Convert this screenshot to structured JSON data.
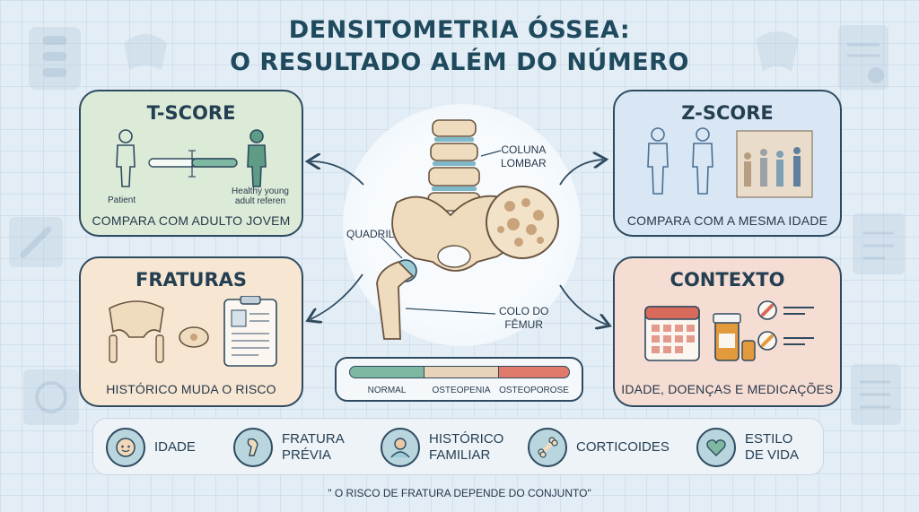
{
  "title": {
    "line1": "DENSITOMETRIA ÓSSEA:",
    "line2": "O RESULTADO ALÉM DO NÚMERO"
  },
  "cards": {
    "tscore": {
      "heading": "T-SCORE",
      "patient_label": "Patient",
      "young_label_1": "Healthy young",
      "young_label_2": "adult referen",
      "caption": "COMPARA COM ADULTO JOVEM"
    },
    "zscore": {
      "heading": "Z-SCORE",
      "caption": "COMPARA COM A MESMA IDADE"
    },
    "fraturas": {
      "heading": "FRATURAS",
      "caption": "HISTÓRICO MUDA O RISCO"
    },
    "contexto": {
      "heading": "CONTEXTO",
      "caption": "IDADE, DOENÇAS E MEDICAÇÕES"
    }
  },
  "anatomy": {
    "coluna_1": "COLUNA",
    "coluna_2": "LOMBAR",
    "quadril": "QUADRIL",
    "colo_1": "COLO DO",
    "colo_2": "FÊMUR"
  },
  "scale": {
    "normal": "NORMAL",
    "osteopenia": "OSTEOPENIA",
    "osteoporose": "OSTEOPOROSE",
    "colors": {
      "normal": "#7fb8a0",
      "osteopenia": "#e8d2b8",
      "osteoporose": "#e07a6a"
    }
  },
  "factors": [
    {
      "icon": "face-icon",
      "line1": "IDADE",
      "line2": ""
    },
    {
      "icon": "bone-joint-icon",
      "line1": "FRATURA",
      "line2": "PRÉVIA"
    },
    {
      "icon": "family-icon",
      "line1": "HISTÓRICO",
      "line2": "FAMILIAR"
    },
    {
      "icon": "bone-icon",
      "line1": "CORTICOIDES",
      "line2": ""
    },
    {
      "icon": "heart-icon",
      "line1": "ESTILO",
      "line2": "DE VIDA"
    }
  ],
  "quote": "\" O RISCO DE FRATURA DEPENDE DO CONJUNTO\""
}
